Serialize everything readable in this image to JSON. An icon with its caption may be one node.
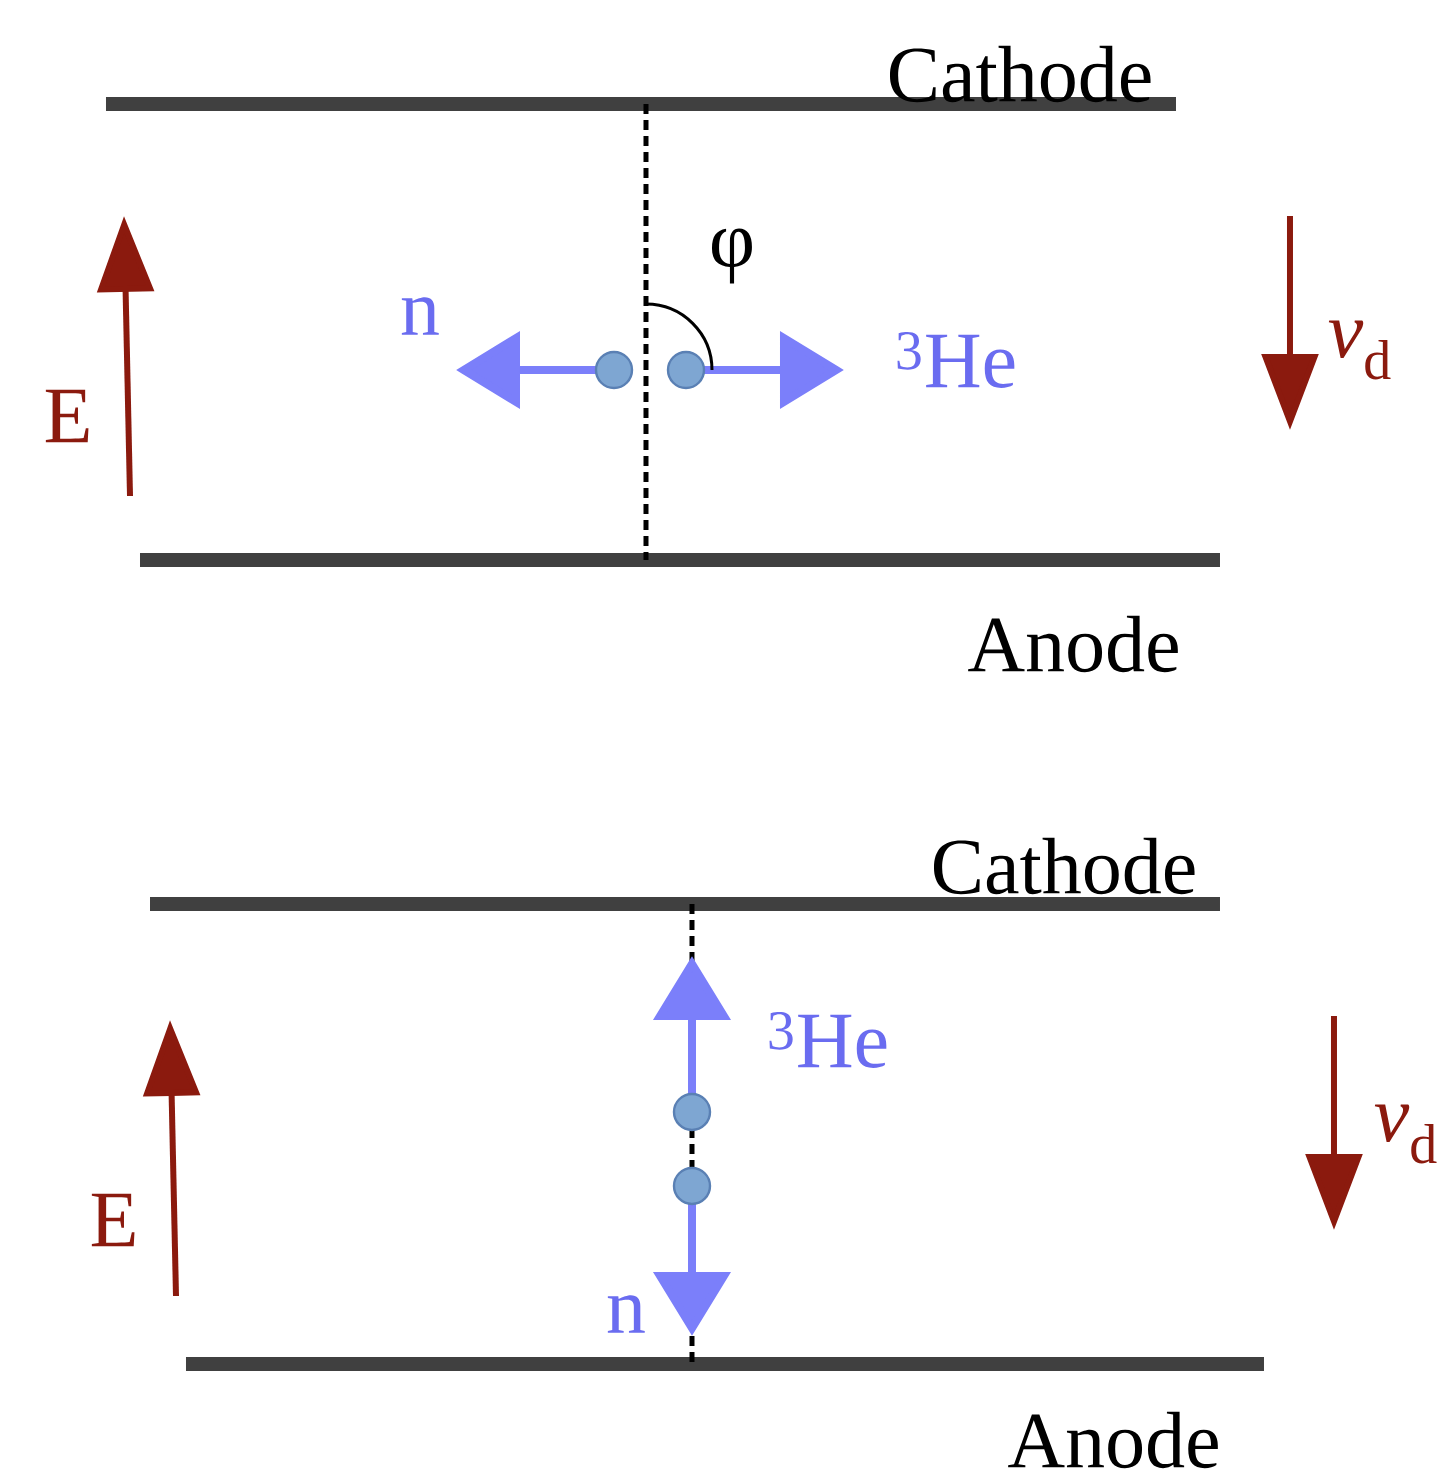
{
  "diagram": {
    "labels": [
      "Cathode",
      "φ",
      "n",
      "$^{3}$He",
      "E",
      "*v*$_{d}$",
      "Anode",
      "Cathode",
      "$^{3}$He",
      "E",
      "*v*$_{d}$",
      "n",
      "Anode"
    ]
  }
}
